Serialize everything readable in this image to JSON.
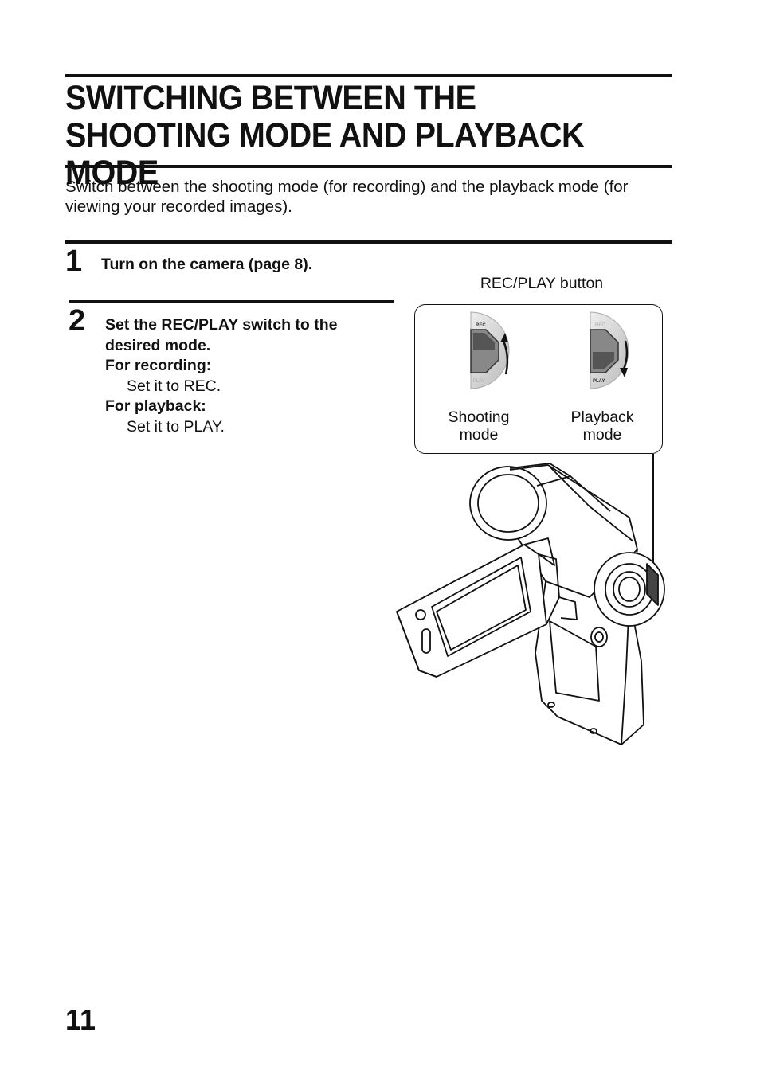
{
  "page": {
    "title": "SWITCHING BETWEEN THE SHOOTING MODE AND PLAYBACK MODE",
    "intro": "Switch between the shooting mode (for recording) and the playback mode (for viewing your recorded images).",
    "page_number": "11"
  },
  "steps": [
    {
      "number": "1",
      "text": "Turn on the camera (page 8)."
    },
    {
      "number": "2",
      "heading": "Set the REC/PLAY switch to the desired mode.",
      "recording_label": "For recording:",
      "recording_text": "Set it to REC.",
      "playback_label": "For playback:",
      "playback_text": "Set it to PLAY."
    }
  ],
  "illustration": {
    "button_label": "REC/PLAY button",
    "shooting_label_1": "Shooting",
    "shooting_label_2": "mode",
    "playback_label_1": "Playback",
    "playback_label_2": "mode",
    "switch_rec": "REC",
    "switch_play": "PLAY"
  }
}
